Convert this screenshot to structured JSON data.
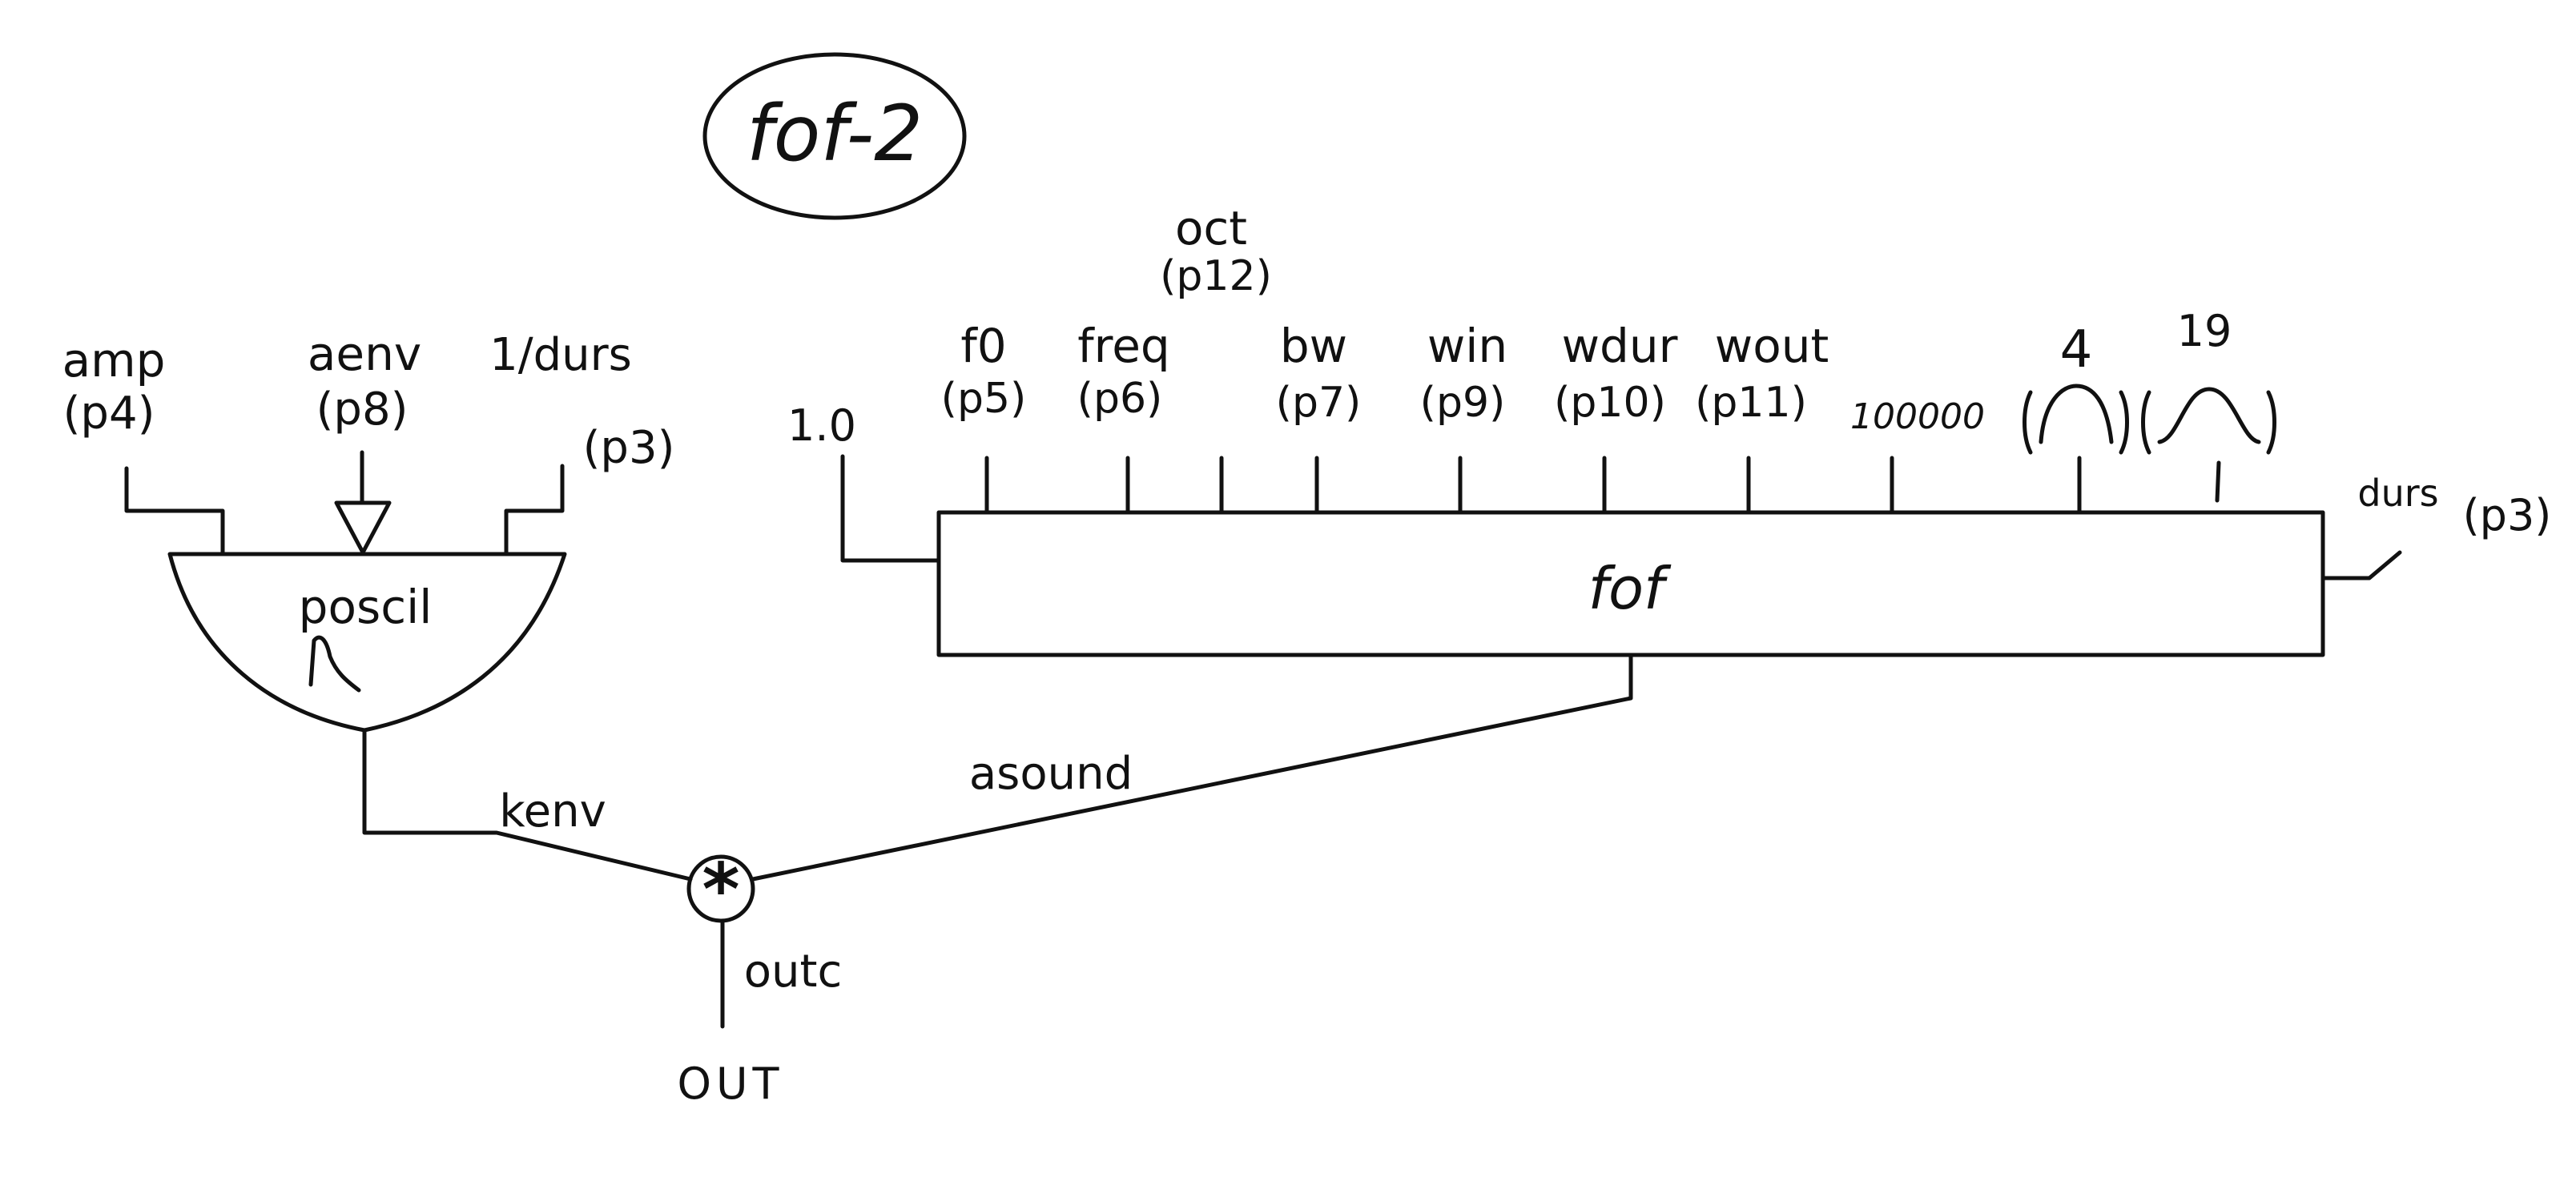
{
  "diagram": {
    "title": "fof-2",
    "left_inputs": {
      "amp": {
        "name": "amp",
        "param": "(p4)"
      },
      "aenv": {
        "name": "aenv",
        "param": "(p8)"
      },
      "inv_durs": {
        "name": "1/durs",
        "param": "(p3)"
      }
    },
    "poscil": {
      "label": "poscil"
    },
    "fof": {
      "label": "fof",
      "left_input": "1.0",
      "right_input": {
        "name": "durs",
        "param": "(p3)"
      },
      "top_inputs": {
        "f0": {
          "name": "f0",
          "param": "(p5)"
        },
        "freq": {
          "name": "freq",
          "param": "(p6)"
        },
        "oct": {
          "name": "oct",
          "param": "(p12)"
        },
        "bw": {
          "name": "bw",
          "param": "(p7)"
        },
        "win": {
          "name": "win",
          "param": "(p9)"
        },
        "wdur": {
          "name": "wdur",
          "param": "(p10)"
        },
        "wout": {
          "name": "wout",
          "param": "(p11)"
        },
        "maxovr": {
          "name": "100000"
        },
        "table4": {
          "name": "4"
        },
        "table19": {
          "name": "19"
        }
      }
    },
    "signals": {
      "kenv": "kenv",
      "asound": "asound"
    },
    "multiplier": {
      "symbol": "*"
    },
    "output": {
      "opcode": "outc",
      "label": "OUT"
    },
    "colors": {
      "ink": "#111111",
      "paper": "#ffffff"
    }
  }
}
